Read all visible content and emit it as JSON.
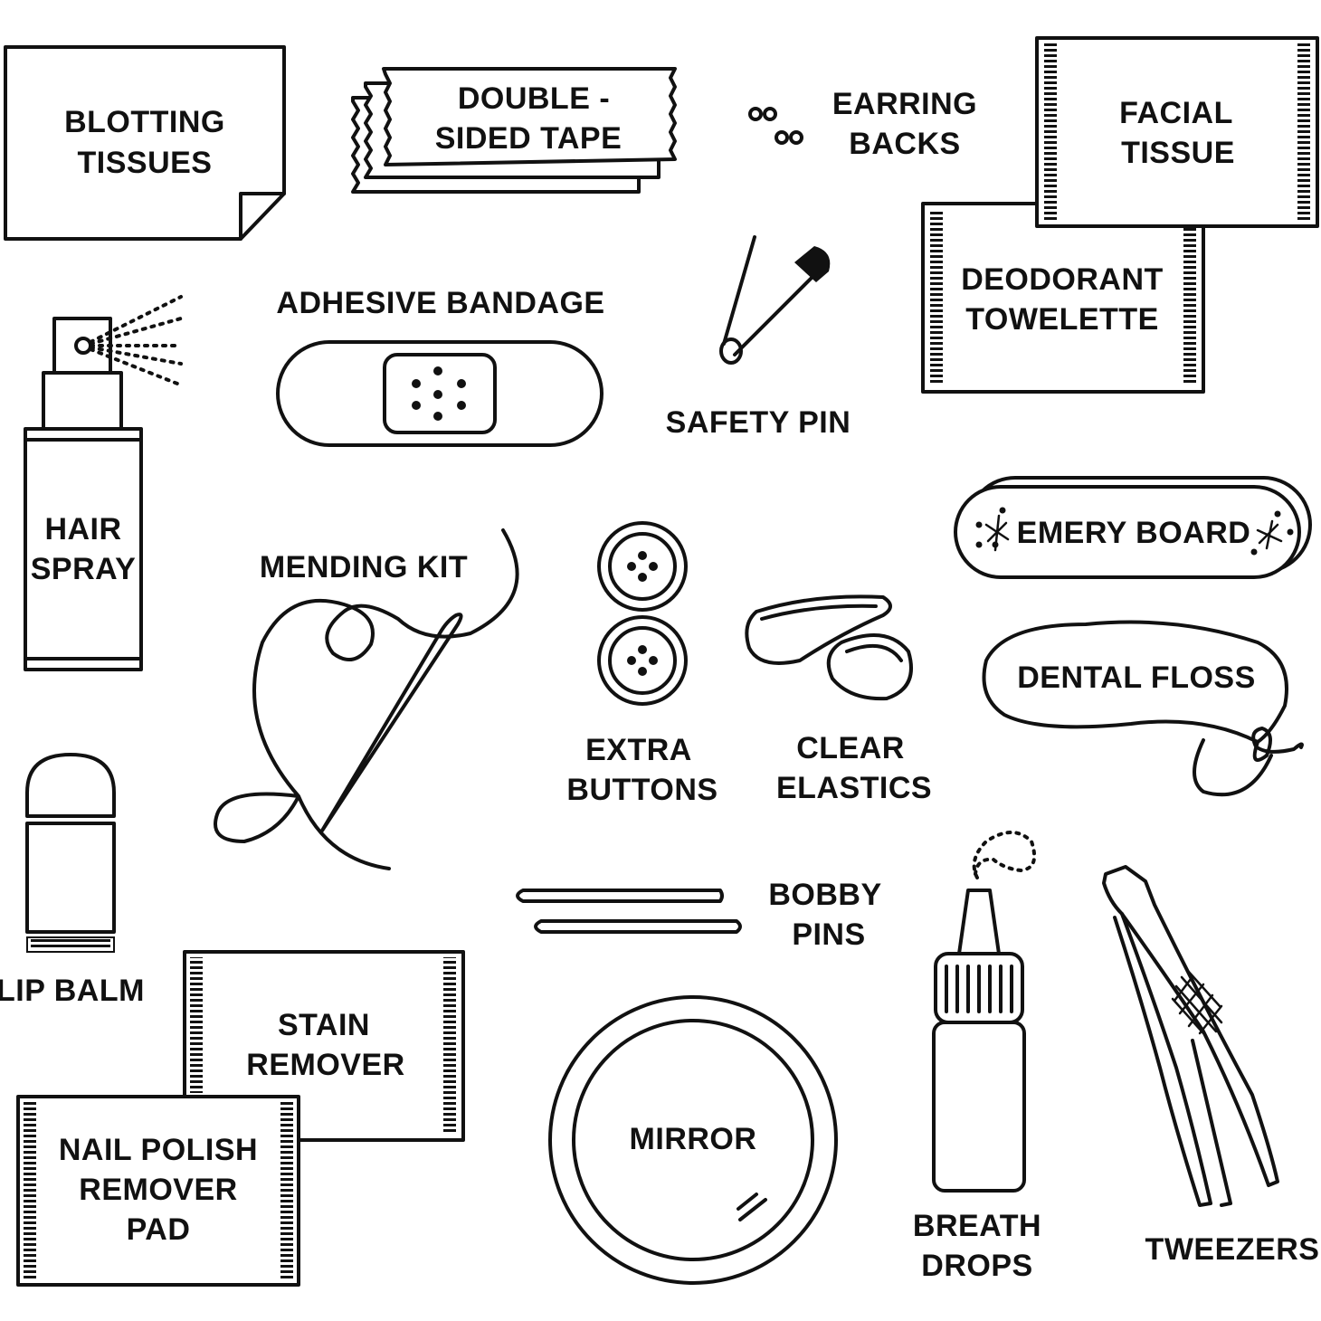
{
  "title": "Emergency Kit Items",
  "colors": {
    "ink": "#111111",
    "background": "#ffffff"
  },
  "items": [
    {
      "id": "blotting-tissues",
      "lines": [
        "BLOTTING",
        "TISSUES"
      ]
    },
    {
      "id": "double-sided-tape",
      "lines": [
        "DOUBLE -",
        "SIDED TAPE"
      ]
    },
    {
      "id": "earring-backs",
      "lines": [
        "EARRING",
        "BACKS"
      ]
    },
    {
      "id": "facial-tissue",
      "lines": [
        "FACIAL",
        "TISSUE"
      ]
    },
    {
      "id": "deodorant-towelette",
      "lines": [
        "DEODORANT",
        "TOWELETTE"
      ]
    },
    {
      "id": "adhesive-bandage",
      "lines": [
        "ADHESIVE BANDAGE"
      ]
    },
    {
      "id": "safety-pin",
      "lines": [
        "SAFETY PIN"
      ]
    },
    {
      "id": "hair-spray",
      "lines": [
        "HAIR",
        "SPRAY"
      ]
    },
    {
      "id": "mending-kit",
      "lines": [
        "MENDING KIT"
      ]
    },
    {
      "id": "extra-buttons",
      "lines": [
        "EXTRA",
        "BUTTONS"
      ]
    },
    {
      "id": "clear-elastics",
      "lines": [
        "CLEAR",
        "ELASTICS"
      ]
    },
    {
      "id": "emery-board",
      "lines": [
        "EMERY BOARD"
      ]
    },
    {
      "id": "dental-floss",
      "lines": [
        "DENTAL FLOSS"
      ]
    },
    {
      "id": "lip-balm",
      "lines": [
        "LIP BALM"
      ]
    },
    {
      "id": "bobby-pins",
      "lines": [
        "BOBBY",
        "PINS"
      ]
    },
    {
      "id": "stain-remover",
      "lines": [
        "STAIN",
        "REMOVER"
      ]
    },
    {
      "id": "nail-polish-remover-pad",
      "lines": [
        "NAIL POLISH",
        "REMOVER",
        "PAD"
      ]
    },
    {
      "id": "mirror",
      "lines": [
        "MIRROR"
      ]
    },
    {
      "id": "breath-drops",
      "lines": [
        "BREATH",
        "DROPS"
      ]
    },
    {
      "id": "tweezers",
      "lines": [
        "TWEEZERS"
      ]
    }
  ]
}
